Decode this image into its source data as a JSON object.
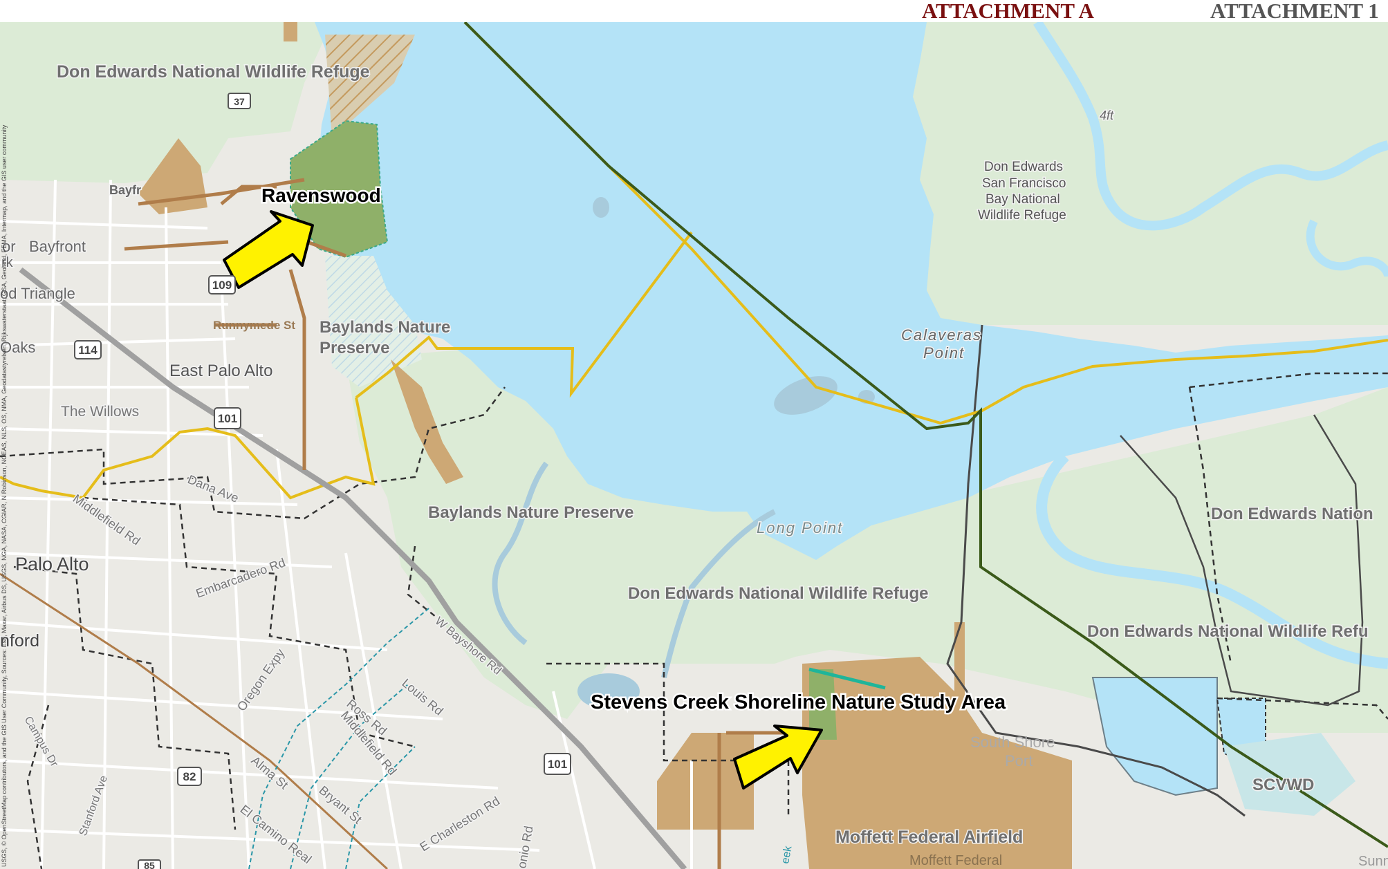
{
  "header": {
    "attachment_a": "ATTACHMENT A",
    "attachment_1": "ATTACHMENT 1"
  },
  "map": {
    "credits": "USGS, © OpenStreetMap contributors, and the GIS User Community, Sources: Esri, Maxar, Airbus DS, USGS, NGA, NASA, CGIAR, N Robinson, NCEAS, NLS, OS, NMA, Geodatastyrelsen, Rijkswaterstaat, GSA, Geoland, FEMA, Intermap, and the GIS user community",
    "colors": {
      "water": "#b4e3f7",
      "refuge": "#dcebd6",
      "land": "#ebeae5",
      "tan": "#cda875",
      "study_area": "#8fb069",
      "county_line": "#e5bd1a",
      "boundary_green": "#3b5a1a",
      "arrow": "#fff200"
    },
    "callouts": {
      "ravenswood": "Ravenswood",
      "stevens_creek": "Stevens Creek Shoreline Nature Study Area"
    },
    "labels": {
      "don_edwards_nwr_top": "Don Edwards National Wildlife Refuge",
      "don_edwards_sfb_1": "Don Edwards",
      "don_edwards_sfb_2": "San Francisco",
      "don_edwards_sfb_3": "Bay National",
      "don_edwards_sfb_4": "Wildlife Refuge",
      "four_ft": "4ft",
      "calaveras_1": "Calaveras",
      "calaveras_2": "Point",
      "bayfront": "Bayfront",
      "bayfront_prefix": "or",
      "park": "rk",
      "bayfront_road": "Bayfr",
      "triangle": "od Triangle",
      "oaks": "Oaks",
      "baylands_1": "Baylands Nature",
      "baylands_2": "Preserve",
      "runnymede": "Runnymede St",
      "east_palo_alto": "East Palo Alto",
      "willows": "The Willows",
      "dana_ave": "Dana Ave",
      "middlefield_1": "Middlefield Rd",
      "palo_alto": "Palo Alto",
      "embarcadero": "Embarcadero Rd",
      "stanford": "nford",
      "oregon_expy": "Oregon Expy",
      "ross_rd": "Ross Rd",
      "louis_rd": "Louis Rd",
      "middlefield_2": "Middlefield Rd",
      "alma_st": "Alma St",
      "bryant_st": "Bryant St",
      "el_camino": "El Camino Real",
      "campus_dr": "Campus Dr",
      "stanford_ave": "Stanford Ave",
      "e_charleston": "E Charleston Rd",
      "san_antonio": "onio Rd",
      "w_bayshore": "W Bayshore Rd",
      "baylands_preserve": "Baylands Nature Preserve",
      "long_point": "Long Point",
      "don_edwards_nwr_mid": "Don Edwards National Wildlife Refuge",
      "don_edwards_right": "Don Edwards Nation",
      "don_edwards_lower_right": "Don Edwards National Wildlife Refu",
      "south_shore_1": "South Shore",
      "south_shore_2": "Port",
      "scvwd": "SCVWD",
      "moffett": "Moffett Federal Airfield",
      "moffett_2": "Moffett Federal",
      "sunn": "Sunn",
      "creek": "eek"
    },
    "shields": {
      "us101_a": "101",
      "us101_b": "101",
      "ca114": "114",
      "ca82": "82",
      "ca109": "109",
      "i37": "37",
      "ca85": "85"
    },
    "icons": [
      "arrow-icon",
      "highway-shield-icon",
      "marsh-symbol-icon"
    ]
  }
}
